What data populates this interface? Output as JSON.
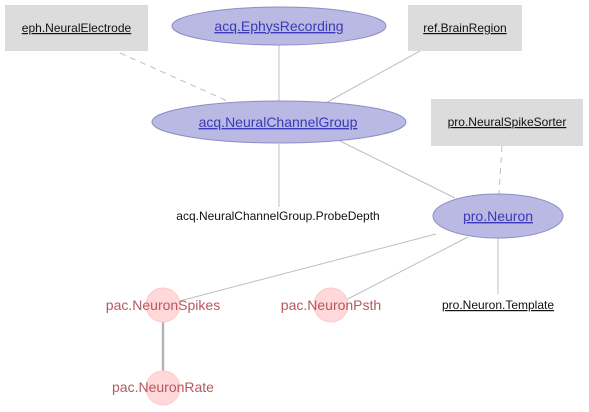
{
  "nodes": {
    "ephys_recording": "acq.EphysRecording",
    "neural_electrode": "eph.NeuralElectrode",
    "brain_region": "ref.BrainRegion",
    "neural_channel_group": "acq.NeuralChannelGroup",
    "neural_spike_sorter": "pro.NeuralSpikeSorter",
    "probe_depth": "acq.NeuralChannelGroup.ProbeDepth",
    "neuron": "pro.Neuron",
    "neuron_spikes": "pac.NeuronSpikes",
    "neuron_psth": "pac.NeuronPsth",
    "neuron_template": "pro.Neuron.Template",
    "neuron_rate": "pac.NeuronRate"
  },
  "colors": {
    "ellipse_fill": "#b9b9e3",
    "link_text": "#3a3ab8",
    "box_fill": "#dcdcdc",
    "part_fill": "#ffd9da",
    "part_text": "#b5585f",
    "edge": "#bfbfbf"
  }
}
